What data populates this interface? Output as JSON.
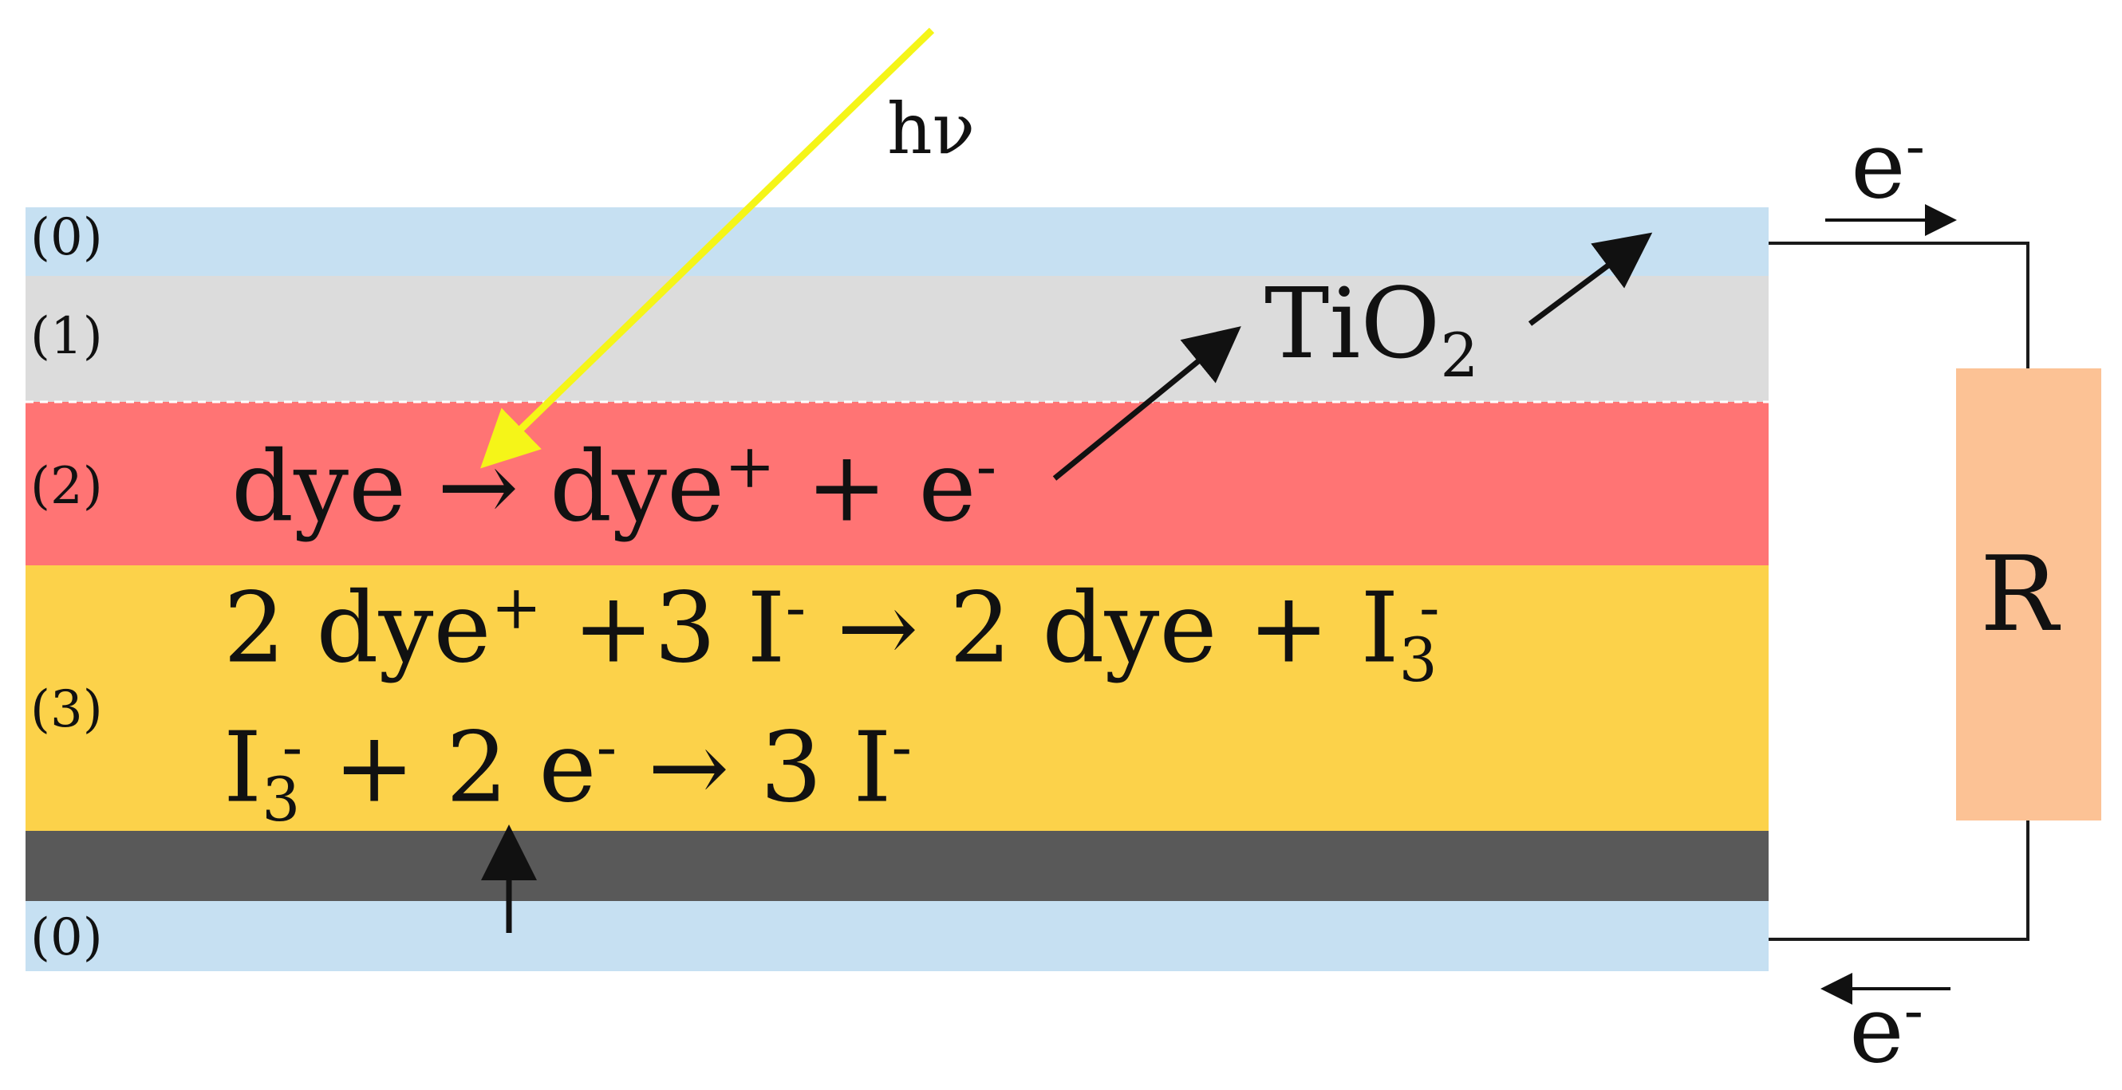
{
  "layers": {
    "label_top_glass": "(0)",
    "label_tio2": "(1)",
    "label_dye": "(2)",
    "label_electrolyte": "(3)",
    "label_bottom_glass": "(0)"
  },
  "light": {
    "label": "hν"
  },
  "tio2": {
    "base": "TiO",
    "sub": "2"
  },
  "dye_reaction": {
    "left": "dye",
    "arrow": "→",
    "product": "dye",
    "plus_sup": "+",
    "plus": "+ e",
    "minus_sup": "-"
  },
  "regen_reaction": {
    "a": "2 dye",
    "a_sup": "+",
    "b": "+3 I",
    "b_sup": "-",
    "arrow": "→",
    "c": "2 dye + I",
    "c_sub": "3",
    "c_sup": "-"
  },
  "reduction_reaction": {
    "a": "I",
    "a_sub": "3",
    "a_sup": "-",
    "b": "+ 2 e",
    "b_sup": "-",
    "arrow": "→",
    "c": "3 I",
    "c_sup": "-"
  },
  "circuit": {
    "resistor_label": "R",
    "electron_top": "e",
    "electron_top_sup": "-",
    "electron_bottom": "e",
    "electron_bottom_sup": "-"
  },
  "colors": {
    "glass": "#c6e0f2",
    "tio2": "#dcdcdc",
    "dye": "#ff7474",
    "electrolyte": "#fcd24a",
    "counter_electrode": "#595959",
    "resistor": "#fcc295",
    "light_ray": "#f5f518",
    "wire": "#1a1a1a"
  },
  "icons": [
    "light-ray-arrow",
    "electron-injection-arrow",
    "electron-collection-arrow",
    "electron-return-arrow",
    "current-arrow"
  ]
}
